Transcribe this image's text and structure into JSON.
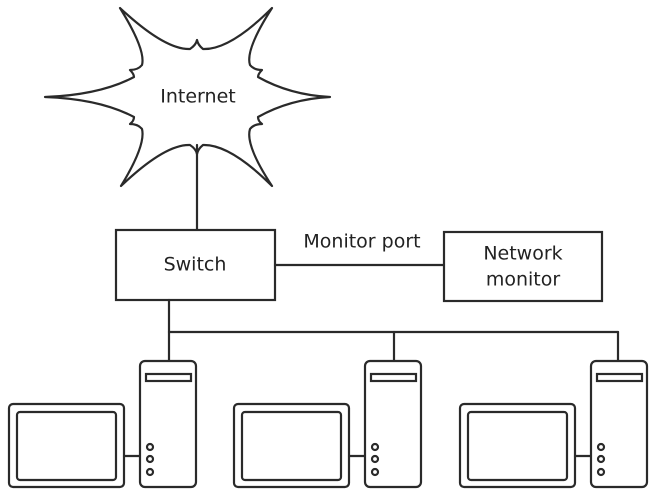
{
  "diagram": {
    "title": "Network monitoring via switch monitor port",
    "nodes": {
      "internet": {
        "label": "Internet",
        "shape": "starburst-cloud"
      },
      "switch": {
        "label": "Switch",
        "shape": "box"
      },
      "network_monitor": {
        "label_line1": "Network",
        "label_line2": "monitor",
        "shape": "box"
      },
      "computers": [
        {
          "id": "computer-1",
          "shape": "desktop-computer-icon"
        },
        {
          "id": "computer-2",
          "shape": "desktop-computer-icon"
        },
        {
          "id": "computer-3",
          "shape": "desktop-computer-icon"
        }
      ]
    },
    "edges": [
      {
        "from": "internet",
        "to": "switch",
        "label": ""
      },
      {
        "from": "switch",
        "to": "network_monitor",
        "label": "Monitor port"
      },
      {
        "from": "switch",
        "to": "computer-1",
        "label": ""
      },
      {
        "from": "switch",
        "to": "computer-2",
        "label": ""
      },
      {
        "from": "switch",
        "to": "computer-3",
        "label": ""
      }
    ],
    "colors": {
      "stroke": "#2a2a2a",
      "text": "#222222",
      "background": "#ffffff"
    }
  }
}
